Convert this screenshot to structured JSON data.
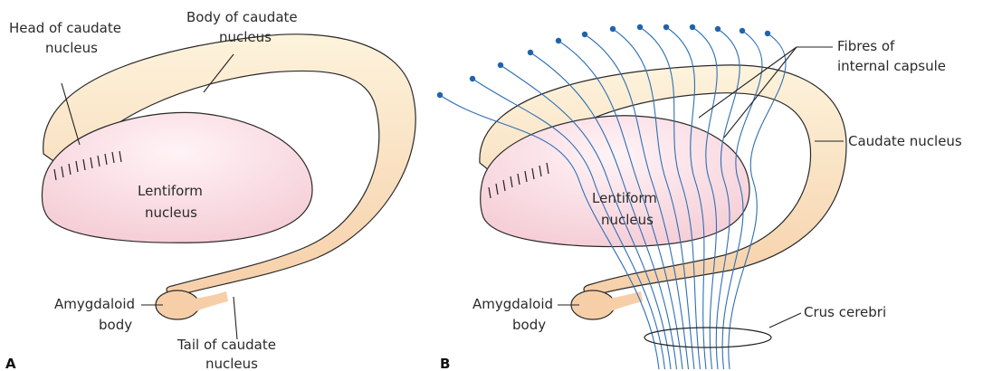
{
  "panel_a": {
    "letter": "A",
    "labels": {
      "head_line1": "Head of caudate",
      "head_line2": "nucleus",
      "body_line1": "Body of caudate",
      "body_line2": "nucleus",
      "lentiform_line1": "Lentiform",
      "lentiform_line2": "nucleus",
      "amygdaloid_line1": "Amygdaloid",
      "amygdaloid_line2": "body",
      "tail_line1": "Tail of caudate",
      "tail_line2": "nucleus"
    }
  },
  "panel_b": {
    "letter": "B",
    "labels": {
      "fibres_line1": "Fibres of",
      "fibres_line2": "internal capsule",
      "caudate": "Caudate nucleus",
      "lentiform_line1": "Lentiform",
      "lentiform_line2": "nucleus",
      "amygdaloid_line1": "Amygdaloid",
      "amygdaloid_line2": "body",
      "crus": "Crus cerebri"
    }
  },
  "colors": {
    "caudate_fill": "#f8d9b6",
    "caudate_highlight": "#fdf3dc",
    "caudate_stroke": "#2a2a2a",
    "lentiform_fill": "#f7d4dc",
    "lentiform_highlight": "#fdeef2",
    "fibre": "#2d6fb6"
  }
}
